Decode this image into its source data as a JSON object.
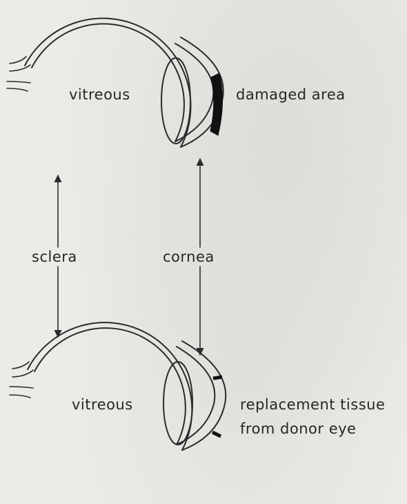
{
  "labels": {
    "vitreous_top": "vitreous",
    "damaged_area": "damaged area",
    "sclera": "sclera",
    "cornea": "cornea",
    "vitreous_bottom": "vitreous",
    "replacement_line1": "replacement tissue",
    "replacement_line2": "from donor eye"
  },
  "colors": {
    "ink": "#2a2a2a",
    "background": "#ECEBE8",
    "damaged_fill": "#111111"
  }
}
